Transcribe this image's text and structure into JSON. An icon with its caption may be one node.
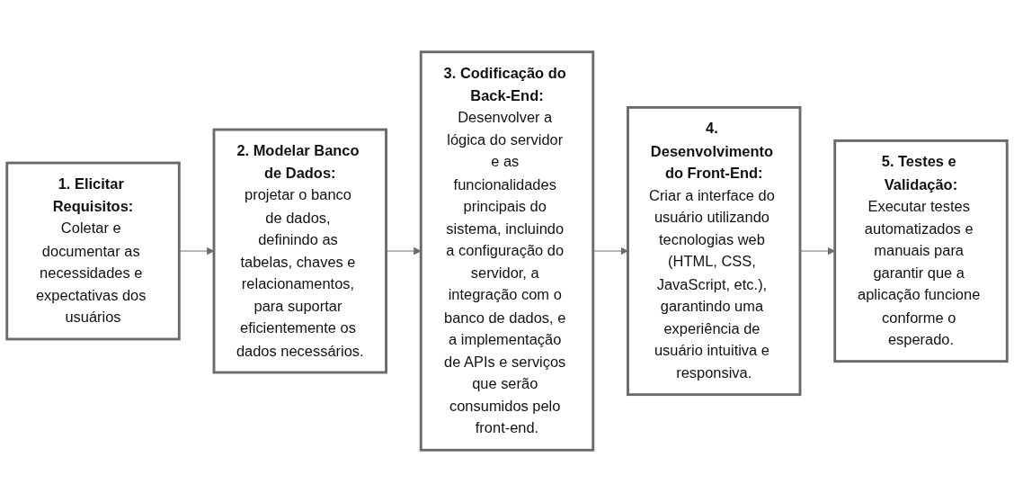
{
  "diagram": {
    "nodes": [
      {
        "text": [
          "1. Elicitar Requisitos:",
          "Coletar e documentar as necessidades e expectativas dos usuários"
        ]
      },
      {
        "text": [
          "2. Modelar Banco de Dados:",
          "projetar o banco de dados, definindo as tabelas, chaves e relacionamentos, para suportar eficientemente os dados necessários."
        ]
      },
      {
        "text": [
          "3. Codificação do Back-End:",
          "Desenvolver a lógica do servidor e as funcionalidades principais do sistema, incluindo a configuração do servidor, a integração com o banco de dados, e a implementação de APIs e serviços que serão consumidos pelo front-end."
        ]
      },
      {
        "text": [
          "4. Desenvolvimento do Front-End:",
          "Criar a interface do usuário utilizando tecnologias web (HTML, CSS, JavaScript, etc.), garantindo uma experiência de usuário intuitiva e responsiva."
        ]
      },
      {
        "text": [
          "5. Testes e Validação:",
          "Executar testes automatizados e manuais para garantir que a aplicação funcione conforme o esperado."
        ]
      }
    ],
    "edges": [
      {
        "from": 0,
        "to": 1,
        "arrow": "to"
      },
      {
        "from": 1,
        "to": 2,
        "arrow": "to"
      },
      {
        "from": 2,
        "to": 3,
        "arrow": "to"
      },
      {
        "from": 3,
        "to": 4,
        "arrow": "to"
      }
    ]
  }
}
